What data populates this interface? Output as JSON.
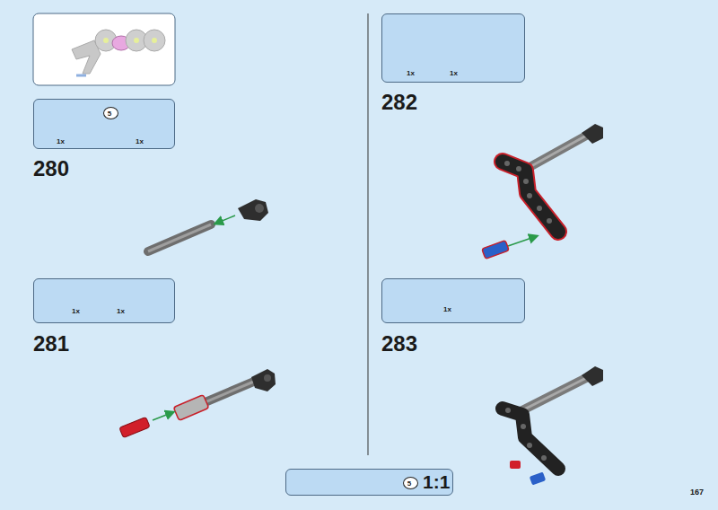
{
  "diagram": {
    "nodes": [
      {
        "text": [
          "1x",
          "1x"
        ]
      },
      {
        "text": [
          "5"
        ],
        "in": 0
      },
      {
        "text": [
          "1x",
          "1x"
        ]
      },
      {
        "text": [
          "1x",
          "1x"
        ]
      },
      {
        "text": [
          "1x"
        ]
      },
      {
        "text": [
          "1:1"
        ]
      },
      {
        "text": [
          "5"
        ],
        "in": 5
      }
    ],
    "edges": [],
    "labels": [
      "280",
      "281",
      "282",
      "283",
      "167"
    ]
  }
}
